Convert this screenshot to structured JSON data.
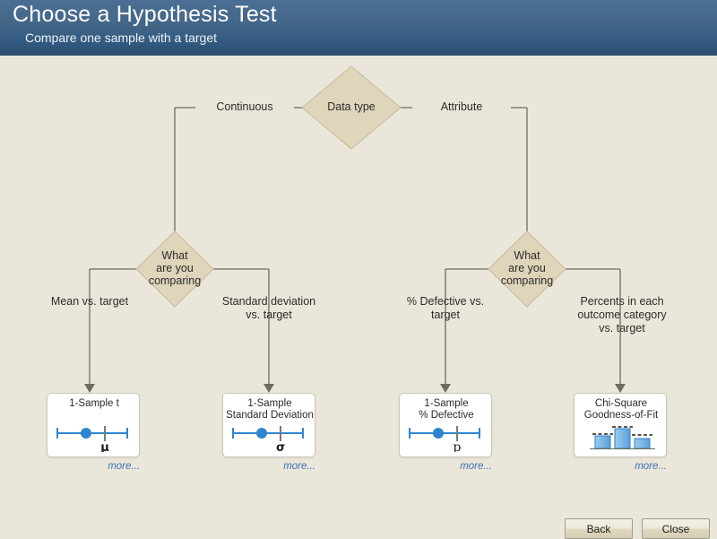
{
  "header": {
    "title": "Choose a Hypothesis Test",
    "subtitle": "Compare one sample with a target"
  },
  "colors": {
    "header_top": "#4B6F94",
    "header_bottom": "#2B4E71",
    "canvas_bg": "#EAE7DA",
    "diamond_fill": "#DED5BB",
    "diamond_stroke": "#C6BA99",
    "connector": "#6E6A5F",
    "accent_blue": "#2E86D0",
    "link_blue": "#3E6FB5",
    "card_bg": "#FFFFFF",
    "card_border": "#C9C6BA"
  },
  "flow": {
    "root": {
      "label": "Data type",
      "name": "data-type"
    },
    "branches": [
      {
        "label": "Continuous",
        "name": "branch-continuous"
      },
      {
        "label": "Attribute",
        "name": "branch-attribute"
      }
    ],
    "decisions": [
      {
        "label": "What\nare you\ncomparing",
        "line1": "What",
        "line2": "are you",
        "line3": "comparing",
        "name": "decision-continuous"
      },
      {
        "label": "What\nare you\ncomparing",
        "line1": "What",
        "line2": "are you",
        "line3": "comparing",
        "name": "decision-attribute"
      }
    ],
    "edge_labels": [
      {
        "text": "Mean vs. target",
        "name": "edge-label-mean-vs-target"
      },
      {
        "text": "Standard deviation\nvs. target",
        "line1": "Standard deviation",
        "line2": "vs. target",
        "name": "edge-label-stdev-vs-target"
      },
      {
        "text": "% Defective vs.\ntarget",
        "line1": "% Defective vs.",
        "line2": "target",
        "name": "edge-label-defective-vs-target"
      },
      {
        "text": "Percents in each\noutcome category\nvs. target",
        "line1": "Percents in each",
        "line2": "outcome category",
        "line3": "vs. target",
        "name": "edge-label-percents-vs-target"
      }
    ]
  },
  "cards": [
    {
      "name": "card-one-sample-t",
      "title": "1-Sample t",
      "title_line1": "1-Sample t",
      "title_line2": "",
      "icon": "interval-plot-icon",
      "symbol": "μ",
      "more_label": "more..."
    },
    {
      "name": "card-one-sample-standard-deviation",
      "title": "1-Sample Standard Deviation",
      "title_line1": "1-Sample",
      "title_line2": "Standard Deviation",
      "icon": "interval-plot-icon",
      "symbol": "σ",
      "more_label": "more..."
    },
    {
      "name": "card-one-sample-percent-defective",
      "title": "1-Sample % Defective",
      "title_line1": "1-Sample",
      "title_line2": "% Defective",
      "icon": "interval-plot-icon",
      "symbol": "p",
      "more_label": "more..."
    },
    {
      "name": "card-chi-square-goodness-of-fit",
      "title": "Chi-Square Goodness-of-Fit",
      "title_line1": "Chi-Square",
      "title_line2": "Goodness-of-Fit",
      "icon": "bar-chart-icon",
      "symbol": "",
      "more_label": "more..."
    }
  ],
  "footer": {
    "back_label": "Back",
    "close_label": "Close"
  }
}
